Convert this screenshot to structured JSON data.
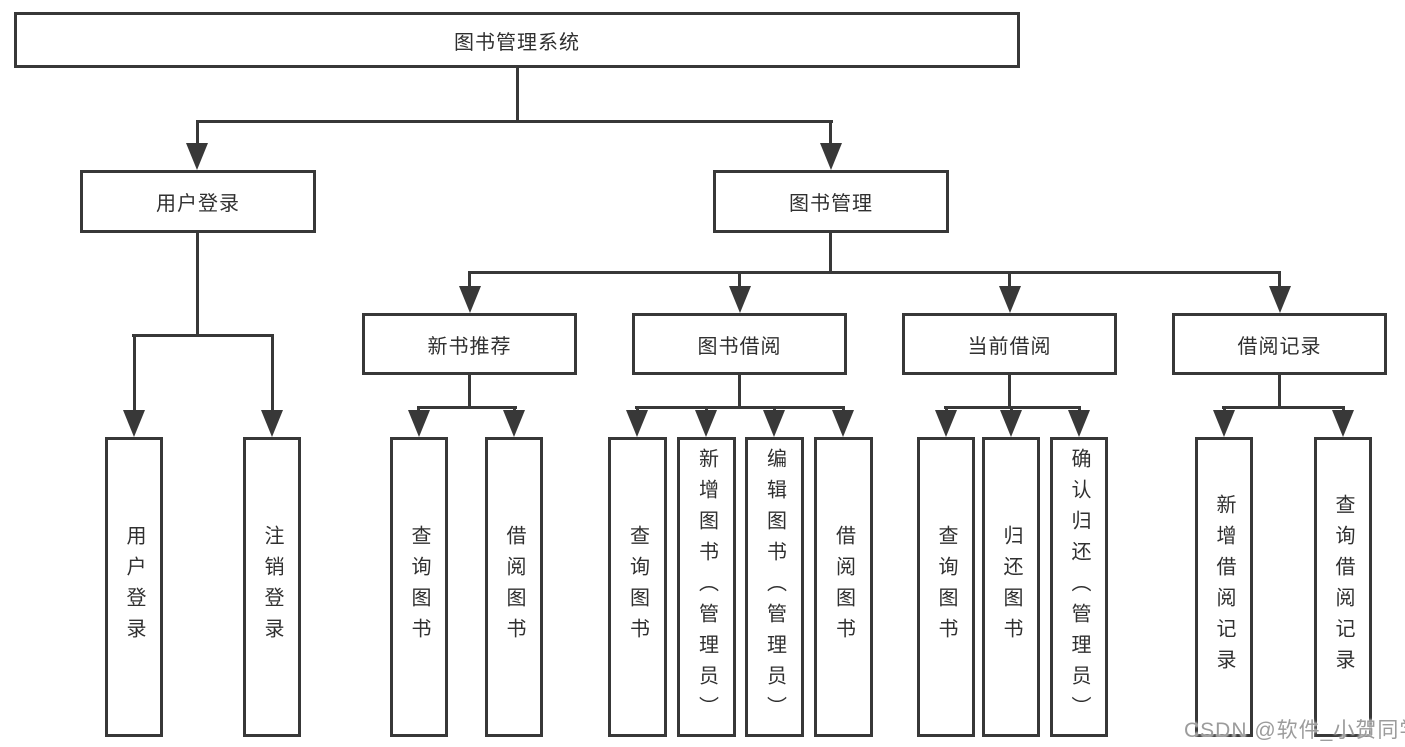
{
  "diagram": {
    "watermark": "CSDN @软件_小贺同学",
    "palette": {
      "line_color": "#383838",
      "text_color": "#303030",
      "background": "#ffffff",
      "watermark_color": "#9c9c9c"
    },
    "tree": {
      "root": {
        "label": "图书管理系统"
      },
      "branches": [
        {
          "label": "用户登录",
          "leaves": [
            {
              "label": "用户登录"
            },
            {
              "label": "注销登录"
            }
          ]
        },
        {
          "label": "图书管理",
          "groups": [
            {
              "label": "新书推荐",
              "leaves": [
                {
                  "label": "查询图书"
                },
                {
                  "label": "借阅图书"
                }
              ]
            },
            {
              "label": "图书借阅",
              "leaves": [
                {
                  "label": "查询图书"
                },
                {
                  "label": "新增图书（管理员）"
                },
                {
                  "label": "编辑图书（管理员）"
                },
                {
                  "label": "借阅图书"
                }
              ]
            },
            {
              "label": "当前借阅",
              "leaves": [
                {
                  "label": "查询图书"
                },
                {
                  "label": "归还图书"
                },
                {
                  "label": "确认归还（管理员）"
                }
              ]
            },
            {
              "label": "借阅记录",
              "leaves": [
                {
                  "label": "新增借阅记录"
                },
                {
                  "label": "查询借阅记录"
                }
              ]
            }
          ]
        }
      ]
    }
  }
}
